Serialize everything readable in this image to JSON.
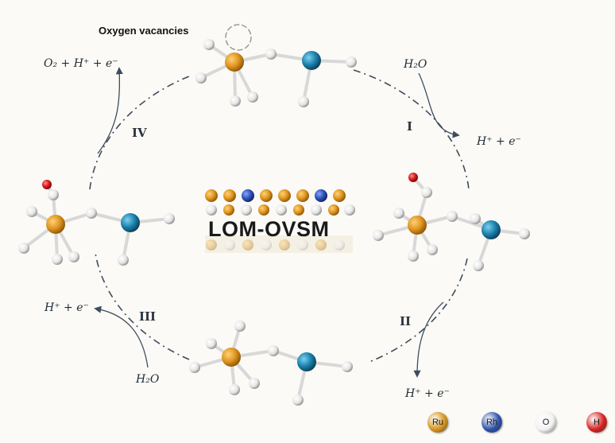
{
  "top_label": "Oxygen vacancies",
  "center_title": "LOM-OVSM",
  "steps": {
    "s1": "I",
    "s2": "II",
    "s3": "III",
    "s4": "IV"
  },
  "equations": {
    "o2_release": "O₂ + H⁺ + e⁻",
    "water_in_1": "H₂O",
    "proton_out_1": "H⁺ + e⁻",
    "proton_out_2": "H⁺ + e⁻",
    "proton_out_3": "H⁺ + e⁻",
    "water_in_3": "H₂O"
  },
  "legend": [
    {
      "symbol": "Ru",
      "color": "#d4921c"
    },
    {
      "symbol": "Rh",
      "color": "#2b4fa8"
    },
    {
      "symbol": "O",
      "color": "#f2f2f2"
    },
    {
      "symbol": "H",
      "color": "#d61f1f"
    }
  ],
  "colors": {
    "ru": "#d9941e",
    "rh": "#1a7ea8",
    "o": "#f4f4f4",
    "h": "#d01414",
    "cycle_line": "#3e4c5e"
  }
}
